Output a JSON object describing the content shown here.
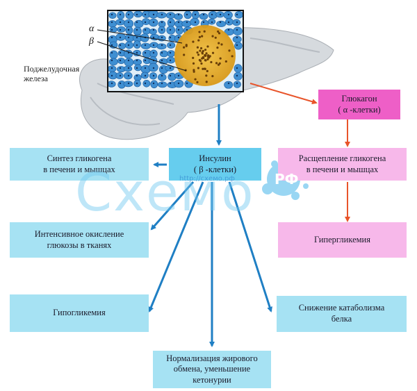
{
  "illustration": {
    "organ_label": "Поджелудочная\nжелеза",
    "alpha_label": "α",
    "beta_label": "β"
  },
  "boxes": {
    "glucagon": "Глюкагон\n( α -клетки)",
    "glycogen_breakdown": "Расщепление гликогена\nв печени и мышцах",
    "hyperglycemia": "Гипергликемия",
    "insulin": "Инсулин\n( β -клетки)",
    "glycogen_synthesis": "Синтез гликогена\nв печени и мышцах",
    "glucose_oxidation": "Интенсивное окисление\nглюкозы в тканях",
    "hypoglycemia": "Гипогликемия",
    "fat_normalization": "Нормализация жирового\nобмена, уменьшение\nкетонурии",
    "protein_catabolism": "Снижение катаболизма\nбелка"
  },
  "watermark": {
    "text": "Схемо",
    "badge": "РФ",
    "url": "http://схемо.рф"
  },
  "colors": {
    "blue_box": "#a6e2f3",
    "insulin_box": "#66cdee",
    "pink_box": "#f7b8ea",
    "glucagon_box": "#ee5fc7",
    "blue_arrow": "#1f7fc4",
    "red_arrow": "#e8542a"
  }
}
